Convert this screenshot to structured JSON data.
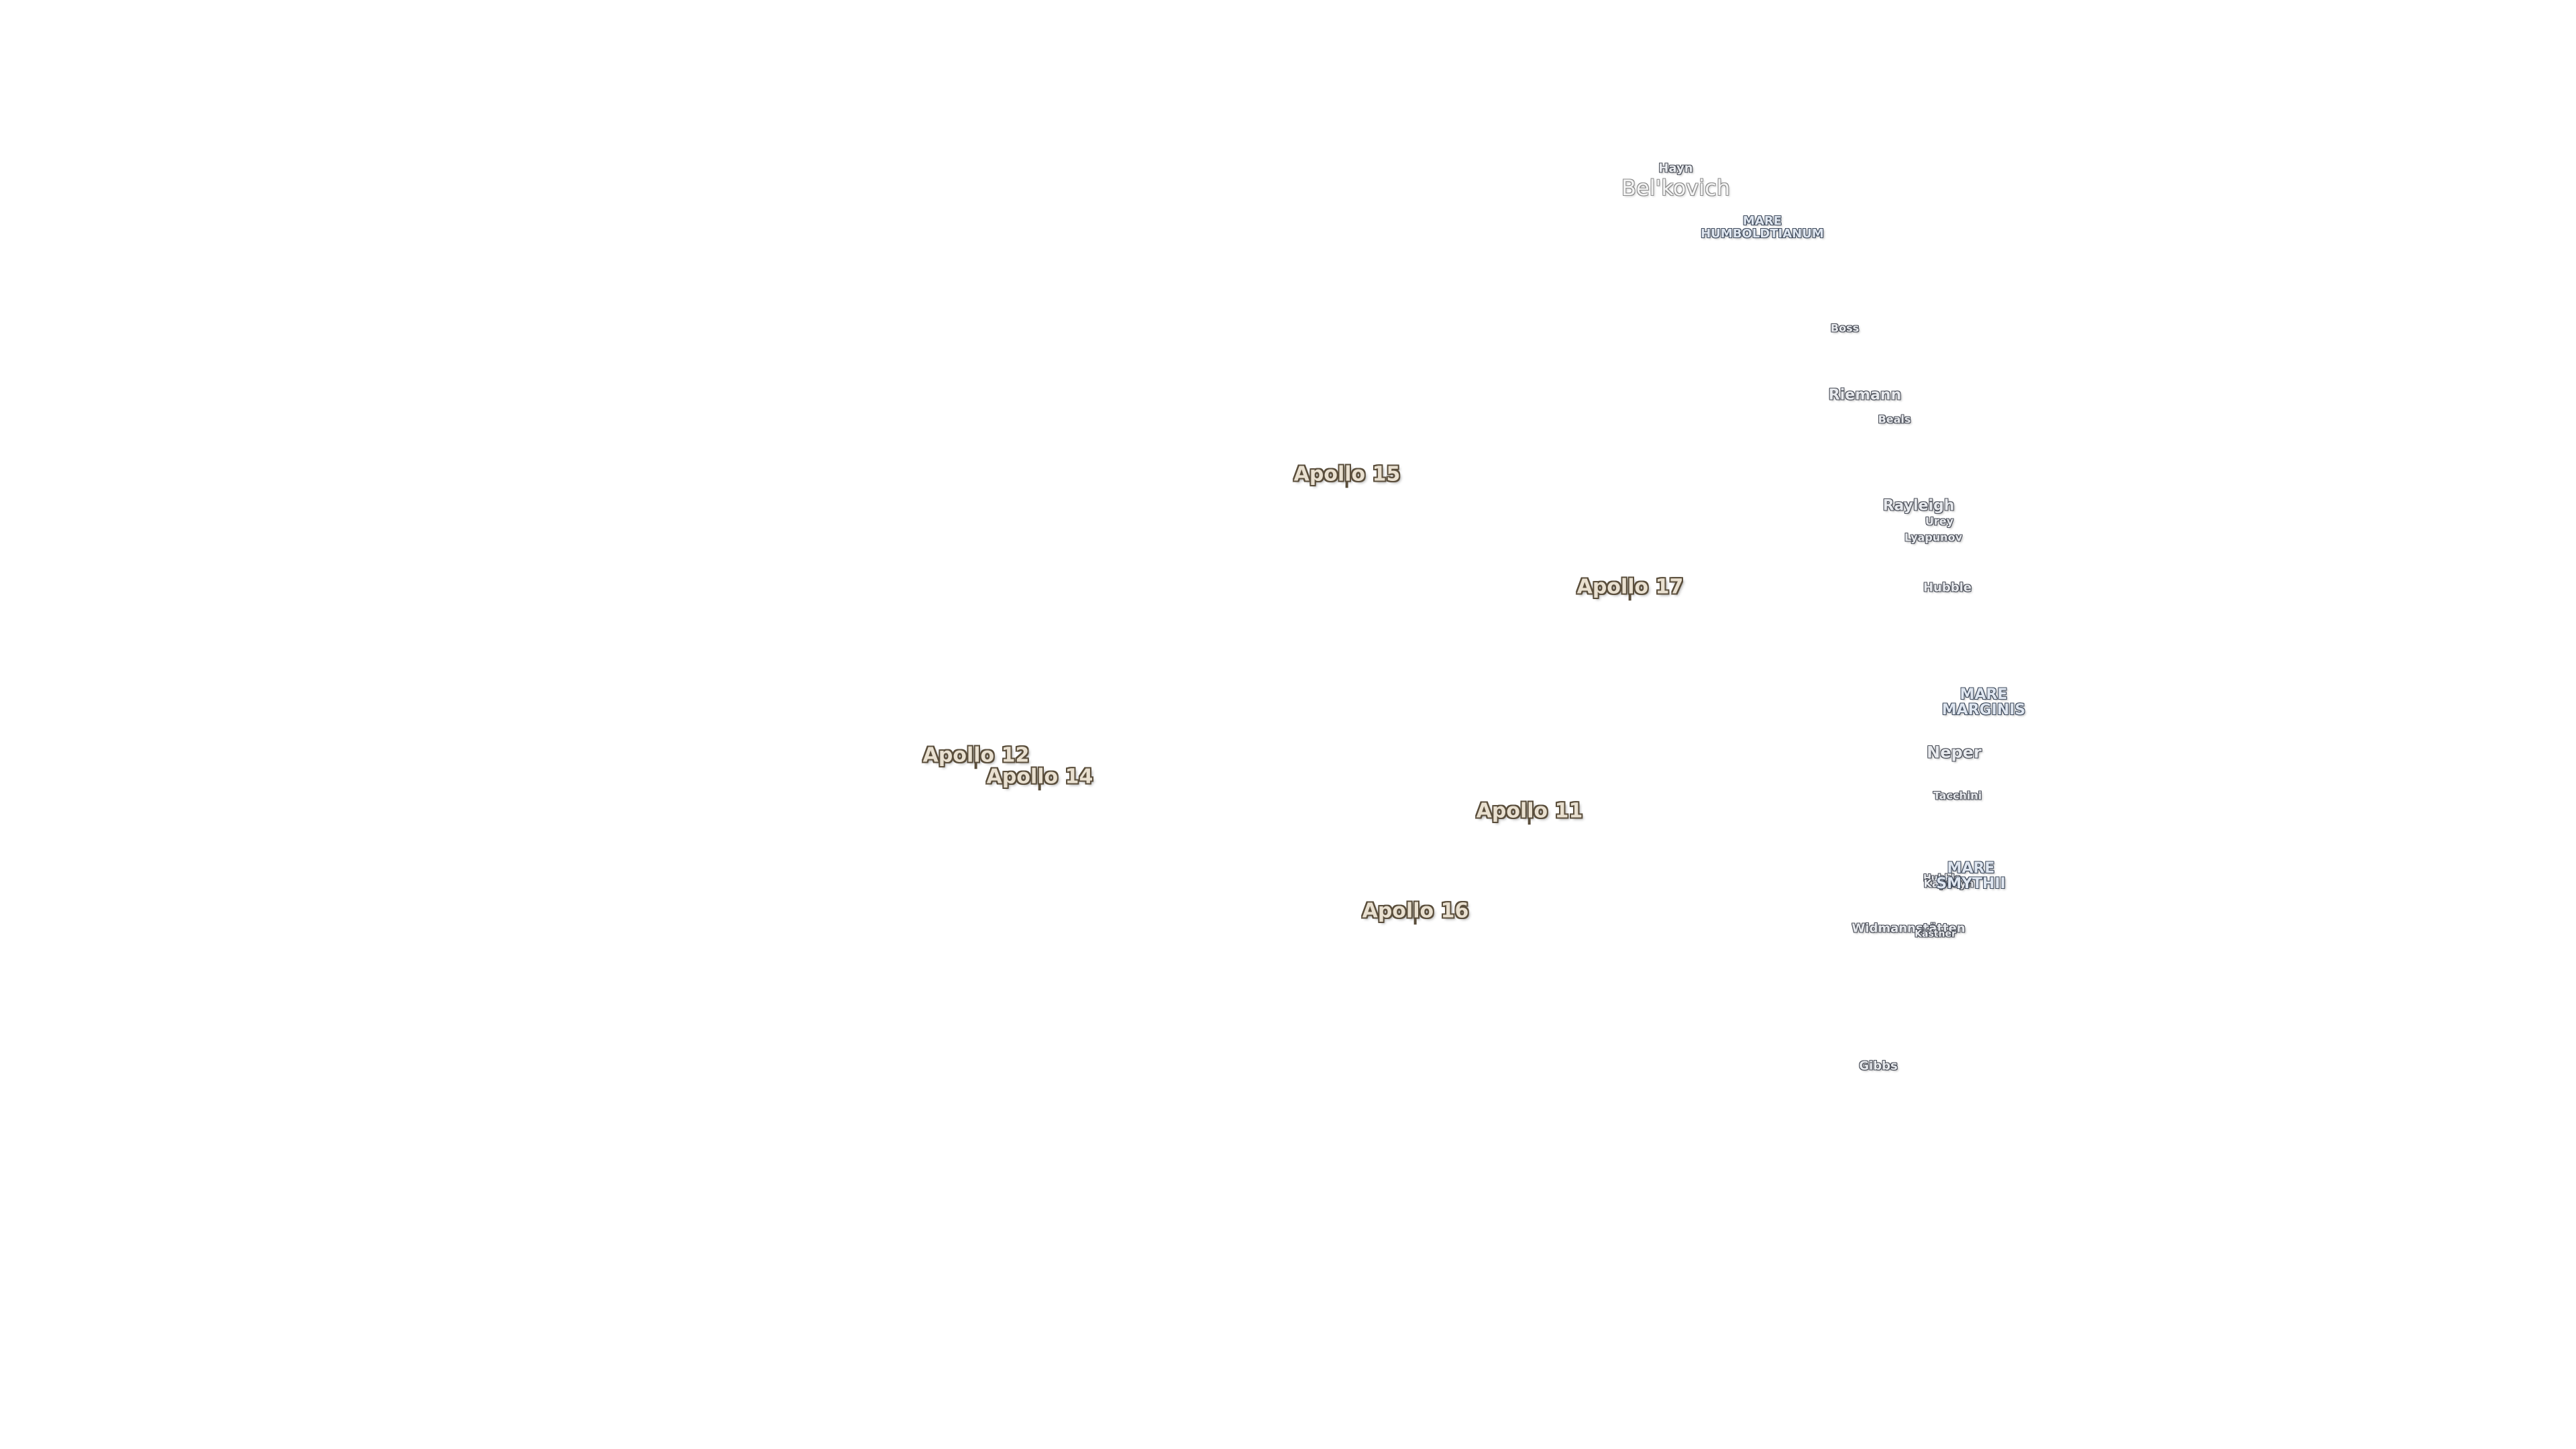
{
  "apollo_sites": {
    "apollo_15": "Apollo 15",
    "apollo_17": "Apollo 17",
    "apollo_12": "Apollo 12",
    "apollo_14": "Apollo 14",
    "apollo_11": "Apollo 11",
    "apollo_16": "Apollo 16"
  },
  "craters": {
    "hayn": "Hayn",
    "belkovich": "Bel'kovich",
    "boss": "Boss",
    "riemann": "Riemann",
    "beals": "Beals",
    "rayleigh": "Rayleigh",
    "urey": "Urey",
    "lyapunov": "Lyapunov",
    "hubble": "Hubble",
    "neper": "Neper",
    "tacchini": "Tacchini",
    "widmannstatten": "Widmannstätten",
    "kastner": "Kästner",
    "gibbs": "Gibbs",
    "overlap_1": "Hubble",
    "overlap_2": "Kapteyn"
  },
  "maria": {
    "humboldtianum_1": "MARE",
    "humboldtianum_2": "HUMBOLDTIANUM",
    "marginis_1": "MARE",
    "marginis_2": "MARGINIS",
    "smythii_1": "MARE",
    "smythii_2": "SMYTHII"
  },
  "colors": {
    "background": "#ffffff",
    "apollo_fill": "#e9e0d0",
    "apollo_outline": "#5a4e3c",
    "crater_fill": "#e8eaee",
    "crater_outline": "#4a4e58",
    "mare_fill": "#dfe6f0",
    "mare_outline": "#3e4a5c"
  }
}
